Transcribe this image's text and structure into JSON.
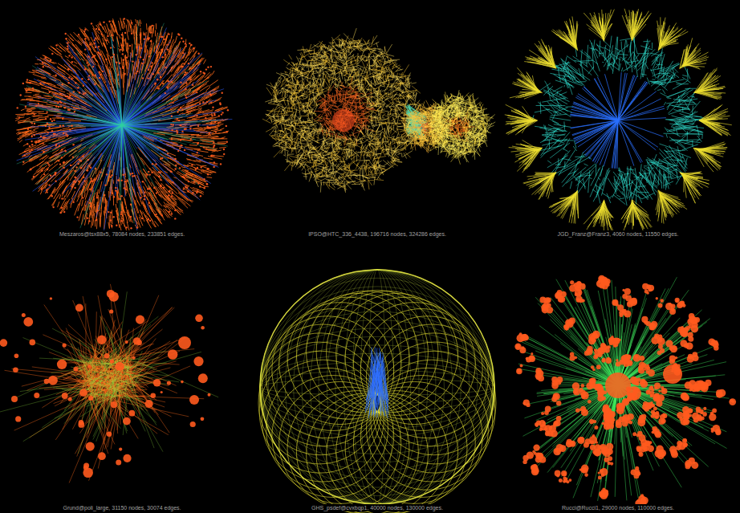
{
  "diagram": {
    "labels": [
      "Meszaros@tsx88x5, 78084 nodes, 233851 edges.",
      "IPSO@HTC_336_4438, 196716 nodes, 324286 edges.",
      "JGD_Franz@Franz3, 4060 nodes, 11550 edges.",
      "Grund@poli_large, 31150 nodes, 30074 edges.",
      "GHS_psdef@cvxbqp1, 40000 nodes, 130000 edges.",
      "Rucci@Rucci1, 29000 nodes, 110000 edges."
    ]
  }
}
